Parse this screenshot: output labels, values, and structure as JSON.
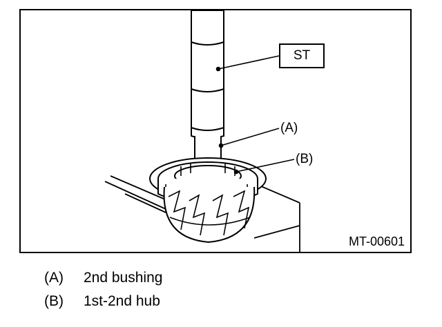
{
  "figure": {
    "callouts": {
      "st": "ST",
      "a": "(A)",
      "b": "(B)"
    },
    "code": "MT-00601"
  },
  "legend": [
    {
      "key": "(A)",
      "text": "2nd bushing"
    },
    {
      "key": "(B)",
      "text": "1st-2nd hub"
    }
  ],
  "colors": {
    "line": "#000000",
    "background": "#ffffff"
  }
}
